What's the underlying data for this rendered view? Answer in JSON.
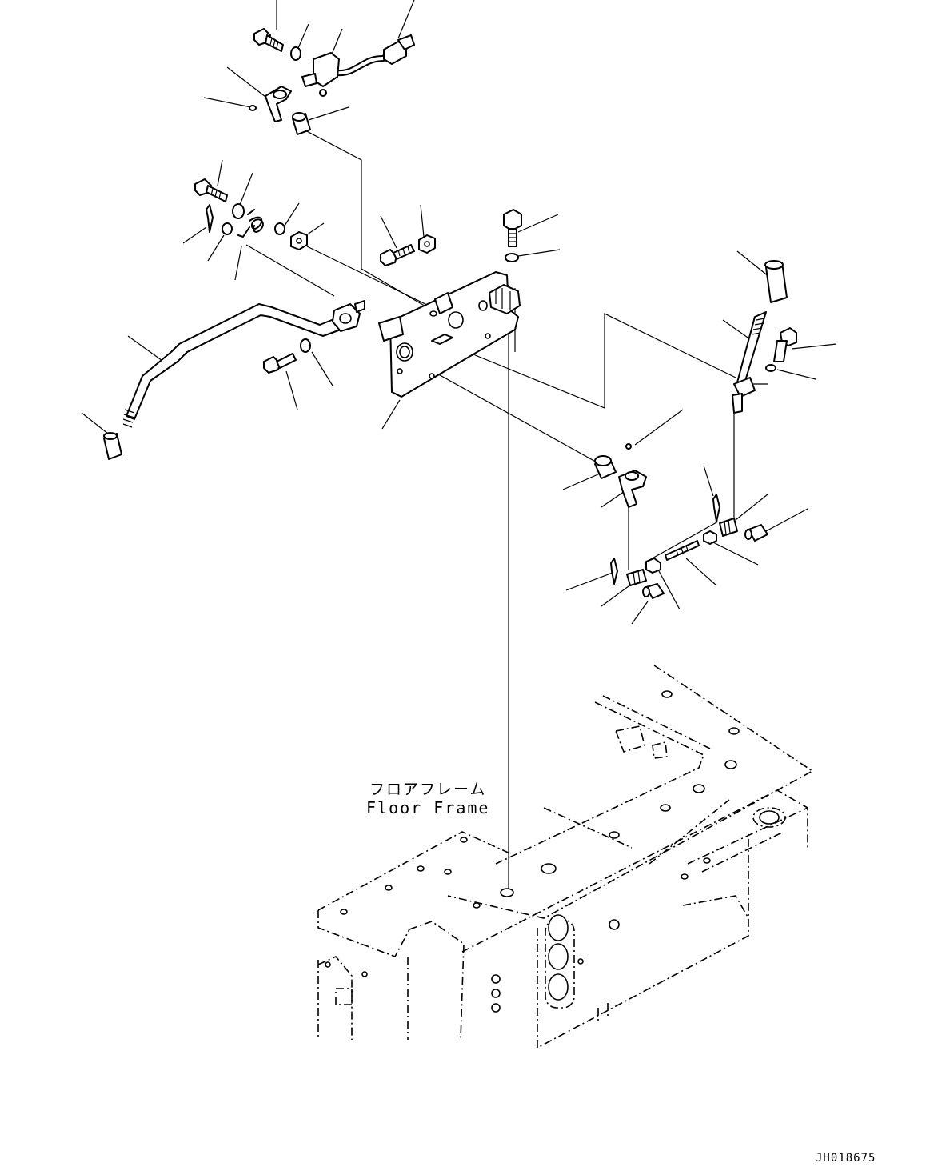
{
  "callout_jp": "フロアフレーム",
  "callout_en": "Floor Frame",
  "drawing_id": "JH018675"
}
